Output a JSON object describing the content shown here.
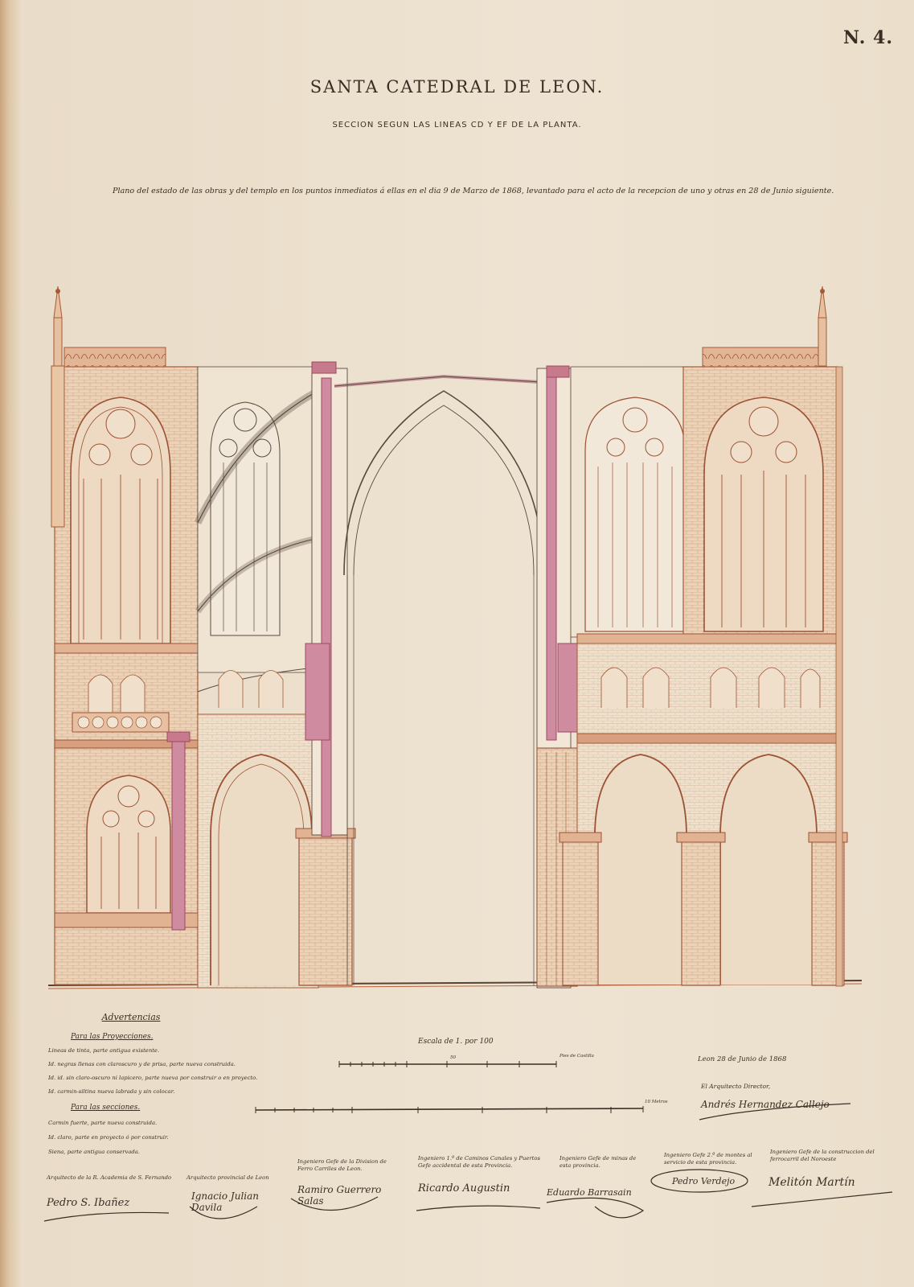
{
  "sheet_number": "N. 4.",
  "title": "SANTA CATEDRAL DE LEON.",
  "subtitle": "SECCION SEGUN LAS LINEAS CD Y EF DE LA PLANTA.",
  "plano_note": "Plano del estado de las obras y del templo en los puntos inmediatos á ellas en el dia 9 de Marzo de 1868, levantado para el acto de la recepcion de uno y otras en 28 de Junio siguiente.",
  "advertencias": {
    "title": "Advertencias",
    "proyecciones_heading": "Para las Proyecciones.",
    "proyecciones": [
      "Lineas de tinta, parte antigua existente.",
      "Id. negras llenas con claroscuro y de prisa, parte nueva construida.",
      "Id. id. sin claro-oscuro ni lapicero, parte nueva por construir o en proyecto.",
      "Id. carmin-siltina nueva labrada y sin colocar."
    ],
    "secciones_heading": "Para las secciones.",
    "secciones": [
      "Carmin fuerte, parte nueva construida.",
      "Id. claro, parte en proyecto ó por construir.",
      "Siena, parte antigua conservada."
    ]
  },
  "scale": {
    "title": "Escala de 1. por 100",
    "upper_label": "Pies de Castilla",
    "upper_mark": "50",
    "lower_label": "10 Metros"
  },
  "date_line": "Leon 28 de Junio de 1868",
  "director": {
    "role": "El Arquitecto Director,",
    "signature": "Andrés Hernandez Callejo"
  },
  "signatories": [
    {
      "caption": "Arquitecto de la R. Academia de S. Fernando",
      "signature": "Pedro S. Ibañez"
    },
    {
      "caption": "Arquitecto provincial de Leon",
      "signature": "Ignacio Julian Davila"
    },
    {
      "caption": "Ingeniero Gefe de la Division de Ferro Carriles de Leon.",
      "signature": "Ramiro Guerrero Salas"
    },
    {
      "caption": "Ingeniero 1.º de Caminos Canales y Puertos Gefe accidental de esta Provincia.",
      "signature": "Ricardo Augustin"
    },
    {
      "caption": "Ingeniero Gefe de minas de esta provincia.",
      "signature": "Eduardo Barrasain"
    },
    {
      "caption": "Ingeniero Gefe 2.º de montes al servicio de esta provincia.",
      "signature": "Pedro Verdejo"
    },
    {
      "caption": "Ingeniero Gefe de la construccion del ferrocarril del Noroeste",
      "signature": "Melitón Martín"
    }
  ],
  "colors": {
    "paper": "#ebdfcc",
    "ink": "#3a2e24",
    "siena": "#b8643c",
    "carmine": "#c77a8c",
    "stone_wash": "#e6c8a8"
  }
}
